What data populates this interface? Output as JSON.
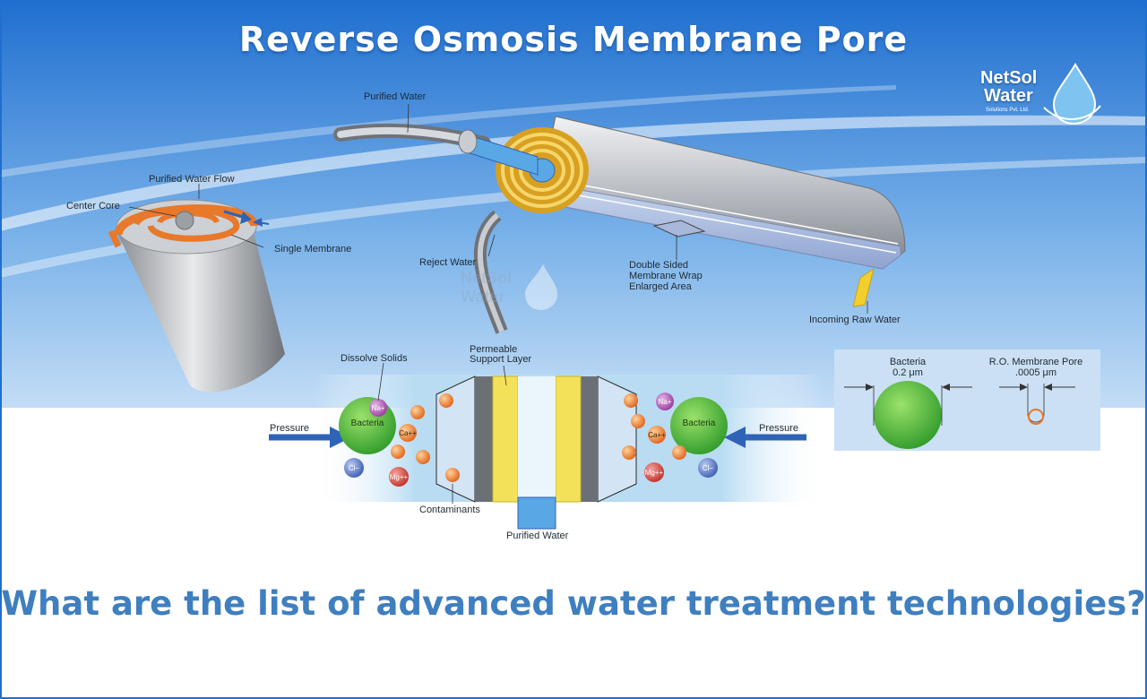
{
  "title": "Reverse Osmosis Membrane Pore",
  "logo": {
    "line1": "NetSol",
    "line2": "Water",
    "line3": "Solutions Pvt. Ltd."
  },
  "watermark": {
    "line1": "NetSol",
    "line2": "Water"
  },
  "labels": {
    "purified_water_top": "Purified Water",
    "purified_water_flow": "Purified Water Flow",
    "center_core": "Center Core",
    "single_membrane": "Single Membrane",
    "reject_water": "Reject Water",
    "double_sided": "Double Sided",
    "membrane_wrap": "Membrane Wrap",
    "enlarged_area": "Enlarged Area",
    "incoming_raw_water": "Incoming Raw Water",
    "dissolve_solids": "Dissolve Solids",
    "permeable": "Permeable",
    "support_layer": "Support Layer",
    "pressure_left": "Pressure",
    "pressure_right": "Pressure",
    "contaminants": "Contaminants",
    "purified_water_bottom": "Purified Water"
  },
  "ions": {
    "na": "Na+",
    "ca": "Ca++",
    "cl": "Cl−",
    "mg": "Mg++",
    "bacteria": "Bacteria"
  },
  "size_box": {
    "bacteria_label": "Bacteria",
    "bacteria_size": "0.2 μm",
    "pore_label": "R.O. Membrane Pore",
    "pore_size": ".0005 μm"
  },
  "question": "What are the list of advanced water treatment technologies?",
  "colors": {
    "title_text": "#ffffff",
    "question_text": "#3f7fc0",
    "membrane_orange": "#e8782a",
    "bacteria_green": "#4fbf3a",
    "pressure_arrow": "#2e63b8"
  }
}
